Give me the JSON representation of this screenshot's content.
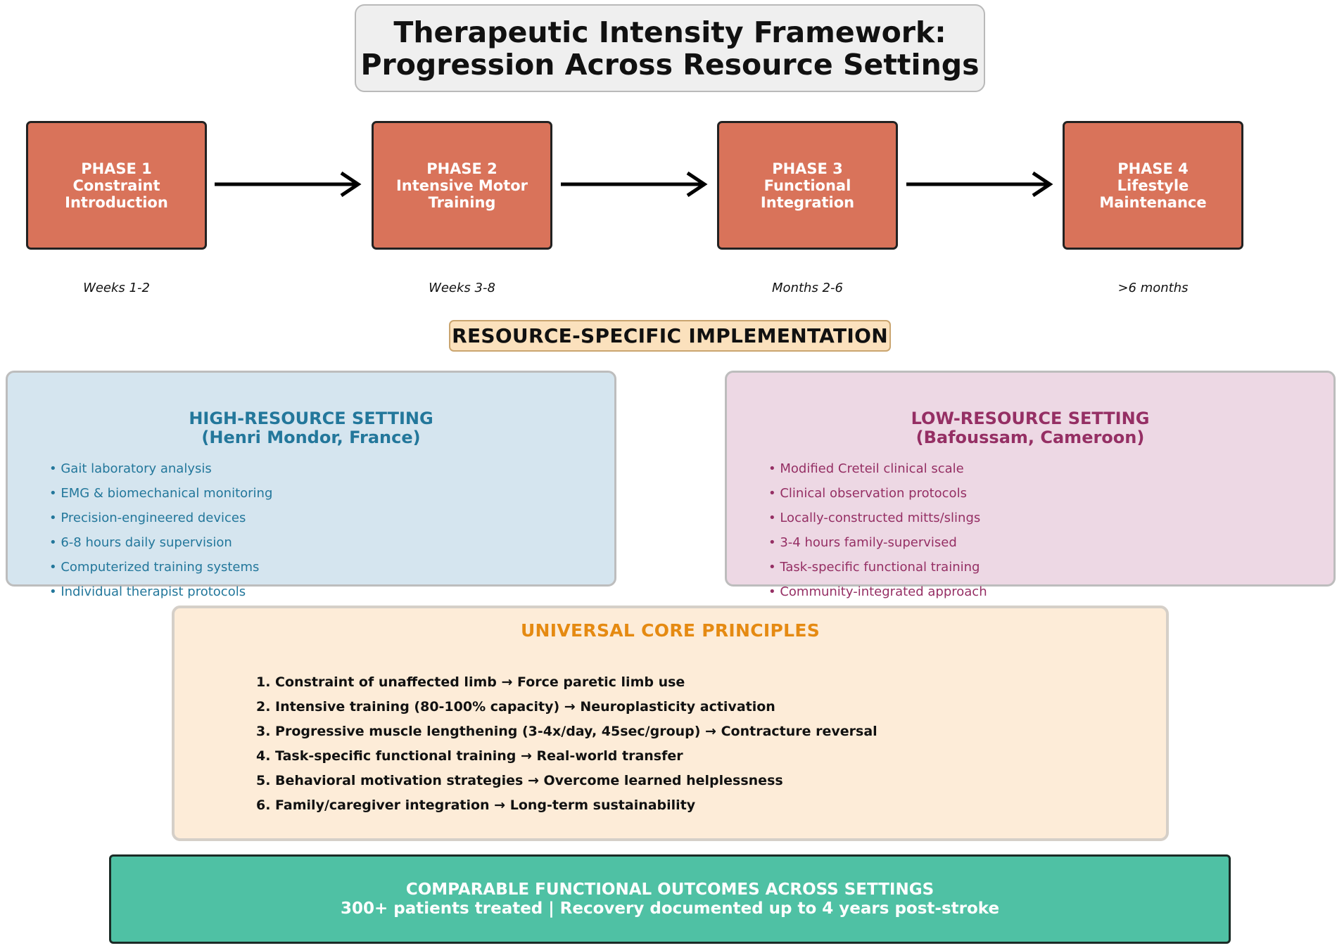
{
  "title": {
    "line1": "Therapeutic Intensity Framework:",
    "line2": "Progression Across Resource Settings"
  },
  "phases": [
    {
      "label": "PHASE 1",
      "name_line1": "Constraint",
      "name_line2": "Introduction",
      "duration": "Weeks 1-2"
    },
    {
      "label": "PHASE 2",
      "name_line1": "Intensive Motor",
      "name_line2": "Training",
      "duration": "Weeks 3-8"
    },
    {
      "label": "PHASE 3",
      "name_line1": "Functional",
      "name_line2": "Integration",
      "duration": "Months 2-6"
    },
    {
      "label": "PHASE 4",
      "name_line1": "Lifestyle",
      "name_line2": "Maintenance",
      "duration": ">6 months"
    }
  ],
  "resource_heading": "RESOURCE-SPECIFIC IMPLEMENTATION",
  "high_resource": {
    "title_line1": "HIGH-RESOURCE SETTING",
    "title_line2": "(Henri Mondor, France)",
    "items": [
      "Gait laboratory analysis",
      "EMG & biomechanical monitoring",
      "Precision-engineered devices",
      "6-8 hours daily supervision",
      "Computerized training systems",
      "Individual therapist protocols"
    ]
  },
  "low_resource": {
    "title_line1": "LOW-RESOURCE SETTING",
    "title_line2": "(Bafoussam, Cameroon)",
    "items": [
      "Modified Creteil clinical scale",
      "Clinical observation protocols",
      "Locally-constructed mitts/slings",
      "3-4 hours family-supervised",
      "Task-specific functional training",
      "Community-integrated approach"
    ]
  },
  "principles": {
    "title": "UNIVERSAL CORE PRINCIPLES",
    "items": [
      "1. Constraint of unaffected limb → Force paretic limb use",
      "2. Intensive training (80-100% capacity) → Neuroplasticity activation",
      "3. Progressive muscle lengthening (3-4x/day, 45sec/group) → Contracture reversal",
      "4. Task-specific functional training → Real-world transfer",
      "5. Behavioral motivation strategies → Overcome learned helplessness",
      "6. Family/caregiver integration → Long-term sustainability"
    ]
  },
  "outcome": {
    "line1": "COMPARABLE FUNCTIONAL OUTCOMES ACROSS SETTINGS",
    "line2": "300+ patients treated | Recovery documented up to 4 years post-stroke"
  },
  "colors": {
    "phase_fill": "#d9735a",
    "high_resource_fill": "#d5e5ef",
    "high_resource_text": "#23779b",
    "low_resource_fill": "#edd8e4",
    "low_resource_text": "#952f64",
    "principles_fill": "#fdecd8",
    "principles_title": "#e58a12",
    "outcome_fill": "#4fc1a4",
    "heading_fill": "#fbe1bd"
  }
}
